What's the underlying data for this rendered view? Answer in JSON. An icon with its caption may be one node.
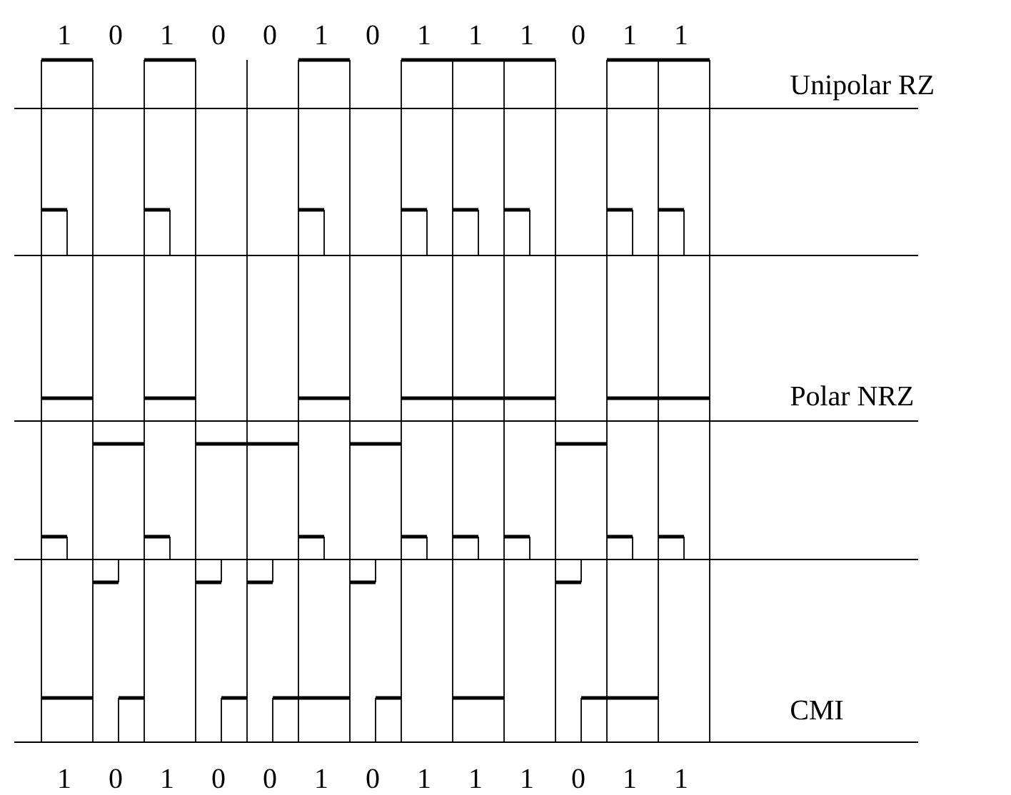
{
  "diagram": {
    "labels": [
      "1",
      "0",
      "1",
      "0",
      "0",
      "1",
      "0",
      "1",
      "1",
      "1",
      "0",
      "1",
      "1",
      "Unipolar RZ",
      "Polar NRZ",
      "CMI",
      "1",
      "0",
      "1",
      "0",
      "0",
      "1",
      "0",
      "1",
      "1",
      "1",
      "0",
      "1",
      "1"
    ]
  }
}
